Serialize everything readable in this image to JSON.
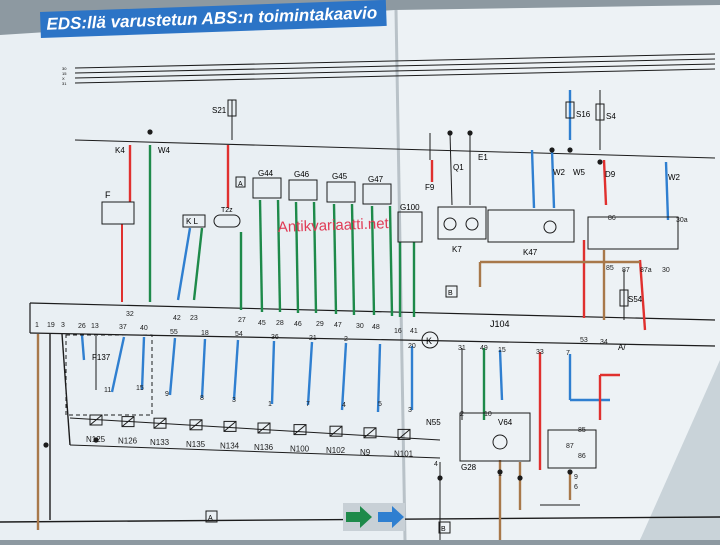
{
  "title": "EDS:llä varustetun ABS:n toimintakaavio",
  "watermark": "Antikvariaatti.net",
  "colors": {
    "paper": "#e9eff3",
    "paper_right": "#edf2f5",
    "ink": "#1c1c1c",
    "red": "#e0302e",
    "green": "#1e8a4a",
    "blue": "#2f7fd0",
    "brown": "#a8784a",
    "title_bg": "#2c74c6",
    "watermark": "#e03a55"
  },
  "rails": [
    "30",
    "15",
    "X",
    "31"
  ],
  "fuses": [
    "S21",
    "S16",
    "S4",
    "S54"
  ],
  "wire_codes": [
    "K4",
    "W4",
    "T2z",
    "Q1",
    "E1",
    "W2",
    "W5",
    "D9",
    "W2"
  ],
  "components": {
    "F": "F",
    "F9": "F9",
    "F137": "F137",
    "K7": "K7",
    "K47": "K47",
    "J104": "J104",
    "A": "A",
    "B": "B",
    "K_symbol": "K",
    "KL": "K L",
    "G100": "G100",
    "V64": "V64",
    "G28": "G28",
    "N55": "N55",
    "A_label": "A/",
    "valve_block": [
      "G44",
      "G46",
      "G45",
      "G47"
    ]
  },
  "pin_numbers": {
    "top": [
      "32",
      "42",
      "23",
      "27",
      "45",
      "28",
      "46",
      "29",
      "47",
      "30",
      "48",
      "16",
      "41",
      "53",
      "34"
    ],
    "bottom": [
      "1",
      "19",
      "3",
      "26",
      "13",
      "37",
      "40",
      "55",
      "18",
      "54",
      "36",
      "21",
      "2",
      "20",
      "31",
      "49",
      "15",
      "33",
      "7"
    ],
    "relay": [
      "86",
      "85",
      "87",
      "87a",
      "30",
      "30a"
    ],
    "mid": [
      "11",
      "15",
      "9",
      "8",
      "3",
      "1",
      "7",
      "4",
      "5",
      "3",
      "2",
      "10",
      "4",
      "1",
      "85",
      "86",
      "87",
      "9",
      "6"
    ]
  },
  "valves": [
    "N125",
    "N126",
    "N133",
    "N135",
    "N134",
    "N136",
    "N100",
    "N102",
    "N9",
    "N101"
  ]
}
